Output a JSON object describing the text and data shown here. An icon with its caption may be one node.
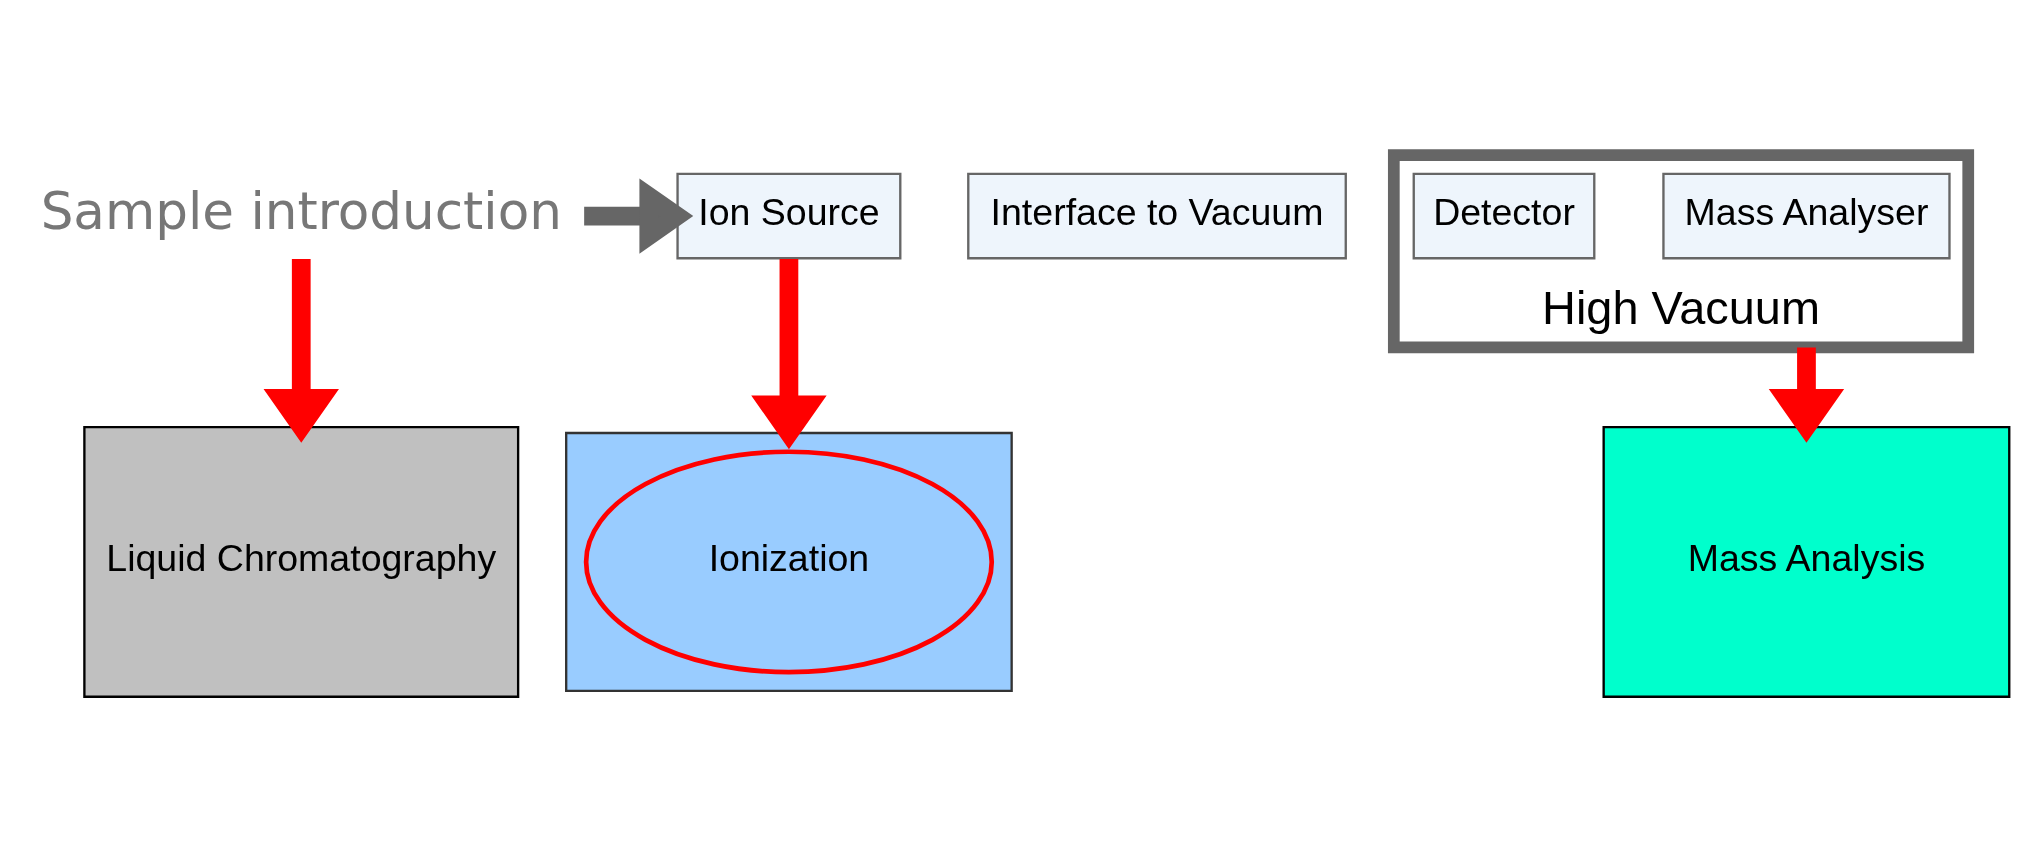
{
  "diagram": {
    "nodes": [
      {
        "text": [
          "Sample introduction"
        ]
      },
      {
        "text": [
          "Ion Source"
        ]
      },
      {
        "text": [
          "Interface to Vacuum"
        ]
      },
      {
        "text": [
          "High Vacuum"
        ]
      },
      {
        "text": [
          "Mass Analyser"
        ],
        "in": 3
      },
      {
        "text": [
          "Detector"
        ],
        "in": 3
      },
      {
        "text": [
          "Liquid Chromatography"
        ]
      },
      {
        "text": [],
        "shape": "box"
      },
      {
        "text": [
          "Ionization"
        ],
        "in": 7
      },
      {
        "text": [
          "Mass Analysis"
        ]
      }
    ],
    "edges": [
      {
        "from": 0,
        "to": 1,
        "arrow": "to",
        "color": "#666666"
      },
      {
        "from": 0,
        "to": 6,
        "arrow": "to"
      },
      {
        "from": 1,
        "to": 7,
        "arrow": "to"
      },
      {
        "from": 3,
        "to": 9,
        "arrow": "to"
      }
    ]
  }
}
